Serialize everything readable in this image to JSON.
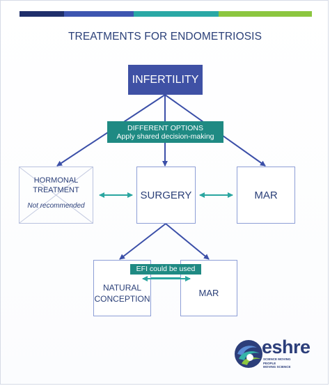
{
  "title": "TREATMENTS FOR ENDOMETRIOSIS",
  "top_bar_colors": [
    "#1f2f6b",
    "#3d55b0",
    "#2aa8a5",
    "#8cc63f"
  ],
  "nodes": {
    "infertility": "INFERTILITY",
    "hormonal_label_1": "HORMONAL",
    "hormonal_label_2": "TREATMENT",
    "hormonal_note": "Not recommended",
    "surgery": "SURGERY",
    "mar_top": "MAR",
    "natural_1": "NATURAL",
    "natural_2": "CONCEPTION",
    "mar_bottom": "MAR"
  },
  "callouts": {
    "options_line1": "DIFFERENT OPTIONS",
    "options_line2": "Apply shared decision-making",
    "efi": "EFI could be used"
  },
  "logo": {
    "name": "eshre",
    "tagline_1": "SCIENCE MOVING",
    "tagline_2": "PEOPLE",
    "tagline_3": "MOVING SCIENCE"
  },
  "colors": {
    "navy": "#2a3f78",
    "primary": "#3f51a5",
    "teal": "#1f8a83",
    "arrow_teal": "#2aa6a0",
    "box_border": "#8d9ed6"
  }
}
